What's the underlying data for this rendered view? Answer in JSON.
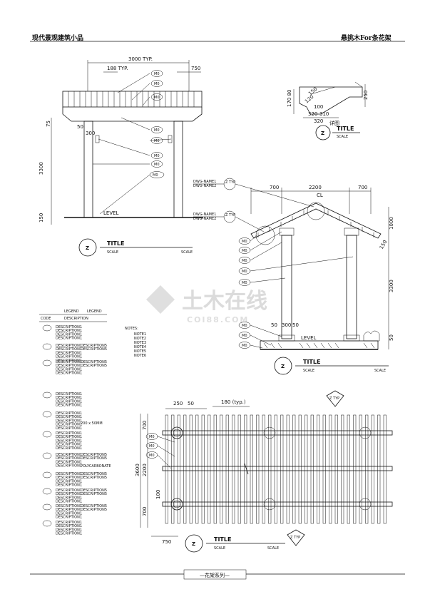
{
  "header": {
    "left_title": "现代景观建筑小品",
    "right_title": "悬挑木For条花架"
  },
  "footer": {
    "series_label": "—花架系列—"
  },
  "watermark": {
    "main": "土木在线",
    "sub": "COI88.COM"
  },
  "elevation": {
    "dims": {
      "top": "3000 TYP.",
      "spacing": "188 TYP.",
      "overhang": "750",
      "height": "3300",
      "base": "150",
      "beam": "75",
      "d50": "50",
      "d300": "300"
    },
    "level_label": "LEVEL",
    "title_circle": "Z",
    "title": "TITLE",
    "scale_left": "SCALE",
    "scale_right": "SCALE",
    "tags": [
      "M0",
      "M0",
      "M0",
      "M0",
      "M0",
      "M0",
      "M0",
      "M0"
    ]
  },
  "detail": {
    "dims": {
      "d170_80": "170 80",
      "d150": "150",
      "d250": "250",
      "d120": "120",
      "d100_1": "100",
      "d320": "320",
      "d310": "310",
      "d320b": "320"
    },
    "caption": "详图",
    "title_circle": "Z",
    "title": "TITLE",
    "scale": "SCALE"
  },
  "section": {
    "dwg_names_top": [
      "DWG-NAME1",
      "DWG-NAME2"
    ],
    "dwg_names_mid": [
      "DWG-NAME1",
      "DWG-NAME2"
    ],
    "tag_top": "Z TYP",
    "tag_mid": "Z TYP",
    "dims": {
      "left": "700",
      "mid": "2200",
      "right": "700",
      "height": "3300",
      "top": "1000",
      "slope": "150",
      "base": "50",
      "d300": "300",
      "d50": "50",
      "d50b": "50"
    },
    "cl": "CL",
    "level_label": "LEVEL",
    "title_circle": "Z",
    "title": "TITLE",
    "scale_left": "SCALE",
    "scale_right": "SCALE",
    "tags": [
      "M0",
      "M0",
      "M0",
      "M0",
      "M0",
      "M0",
      "M0",
      "M0"
    ]
  },
  "legend": {
    "col_a": "LEGEND",
    "col_b": "LEGEND",
    "code_header": "CODE",
    "desc_header": "DESCRIPTION",
    "notes_header": "NOTES:",
    "notes": [
      "NOTE1",
      "NOTE2",
      "NOTE3",
      "NOTE4",
      "NOTE5",
      "NOTE6"
    ],
    "row_text": "DESCRIPTION1",
    "extra_a": "DESCRIPTION5",
    "extra_b": "POLYCARBONATE",
    "extra_c": "200 x 50MM"
  },
  "plan": {
    "dims": {
      "d250": "250",
      "d50": "50",
      "spacing": "180 (typ.)",
      "d700a": "700",
      "d2200": "2200",
      "d700b": "700",
      "total": "3600",
      "d100": "100",
      "d750": "750"
    },
    "tag": "Z TYP",
    "tag_bottom": "Z TYP",
    "title_circle": "Z",
    "title": "TITLE",
    "scale_left": "SCALE",
    "scale_right": "SCALE",
    "tags": [
      "M0",
      "M0",
      "M0"
    ]
  }
}
